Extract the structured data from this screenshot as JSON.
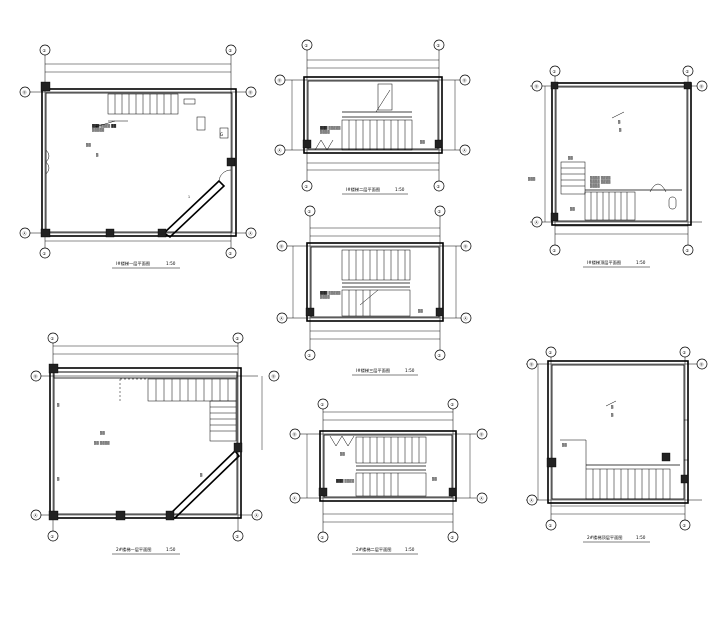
{
  "drawing": {
    "plans": [
      {
        "id": "p1",
        "axes": [
          "①",
          "②",
          "Ⓐ",
          "Ⓑ"
        ],
        "title": "Ⅰ#楼梯一层平面图",
        "scale": "1:50"
      },
      {
        "id": "p2",
        "axes": [
          "①",
          "②",
          "Ⓐ",
          "Ⓑ"
        ],
        "title": "Ⅰ#楼梯二层平面图",
        "scale": "1:50"
      },
      {
        "id": "p3",
        "axes": [
          "①",
          "②",
          "Ⓐ",
          "Ⓑ"
        ],
        "title": "Ⅰ#楼梯三层平面图",
        "scale": "1:50"
      },
      {
        "id": "p4",
        "axes": [
          "①",
          "②",
          "Ⓐ",
          "Ⓑ"
        ],
        "title": "Ⅰ#楼梯顶层平面图",
        "scale": "1:50"
      },
      {
        "id": "p5",
        "axes": [
          "①",
          "②",
          "Ⓐ",
          "Ⓑ"
        ],
        "title": "2#楼梯一层平面图",
        "scale": "1:50"
      },
      {
        "id": "p6",
        "axes": [
          "①",
          "②",
          "Ⓐ",
          "Ⓑ"
        ],
        "title": "2#楼梯二层平面图",
        "scale": "1:50"
      },
      {
        "id": "p7",
        "axes": [
          "①",
          "②",
          "Ⓐ",
          "Ⓑ"
        ],
        "title": "2#楼梯顶层平面图",
        "scale": "1:50"
      }
    ]
  }
}
